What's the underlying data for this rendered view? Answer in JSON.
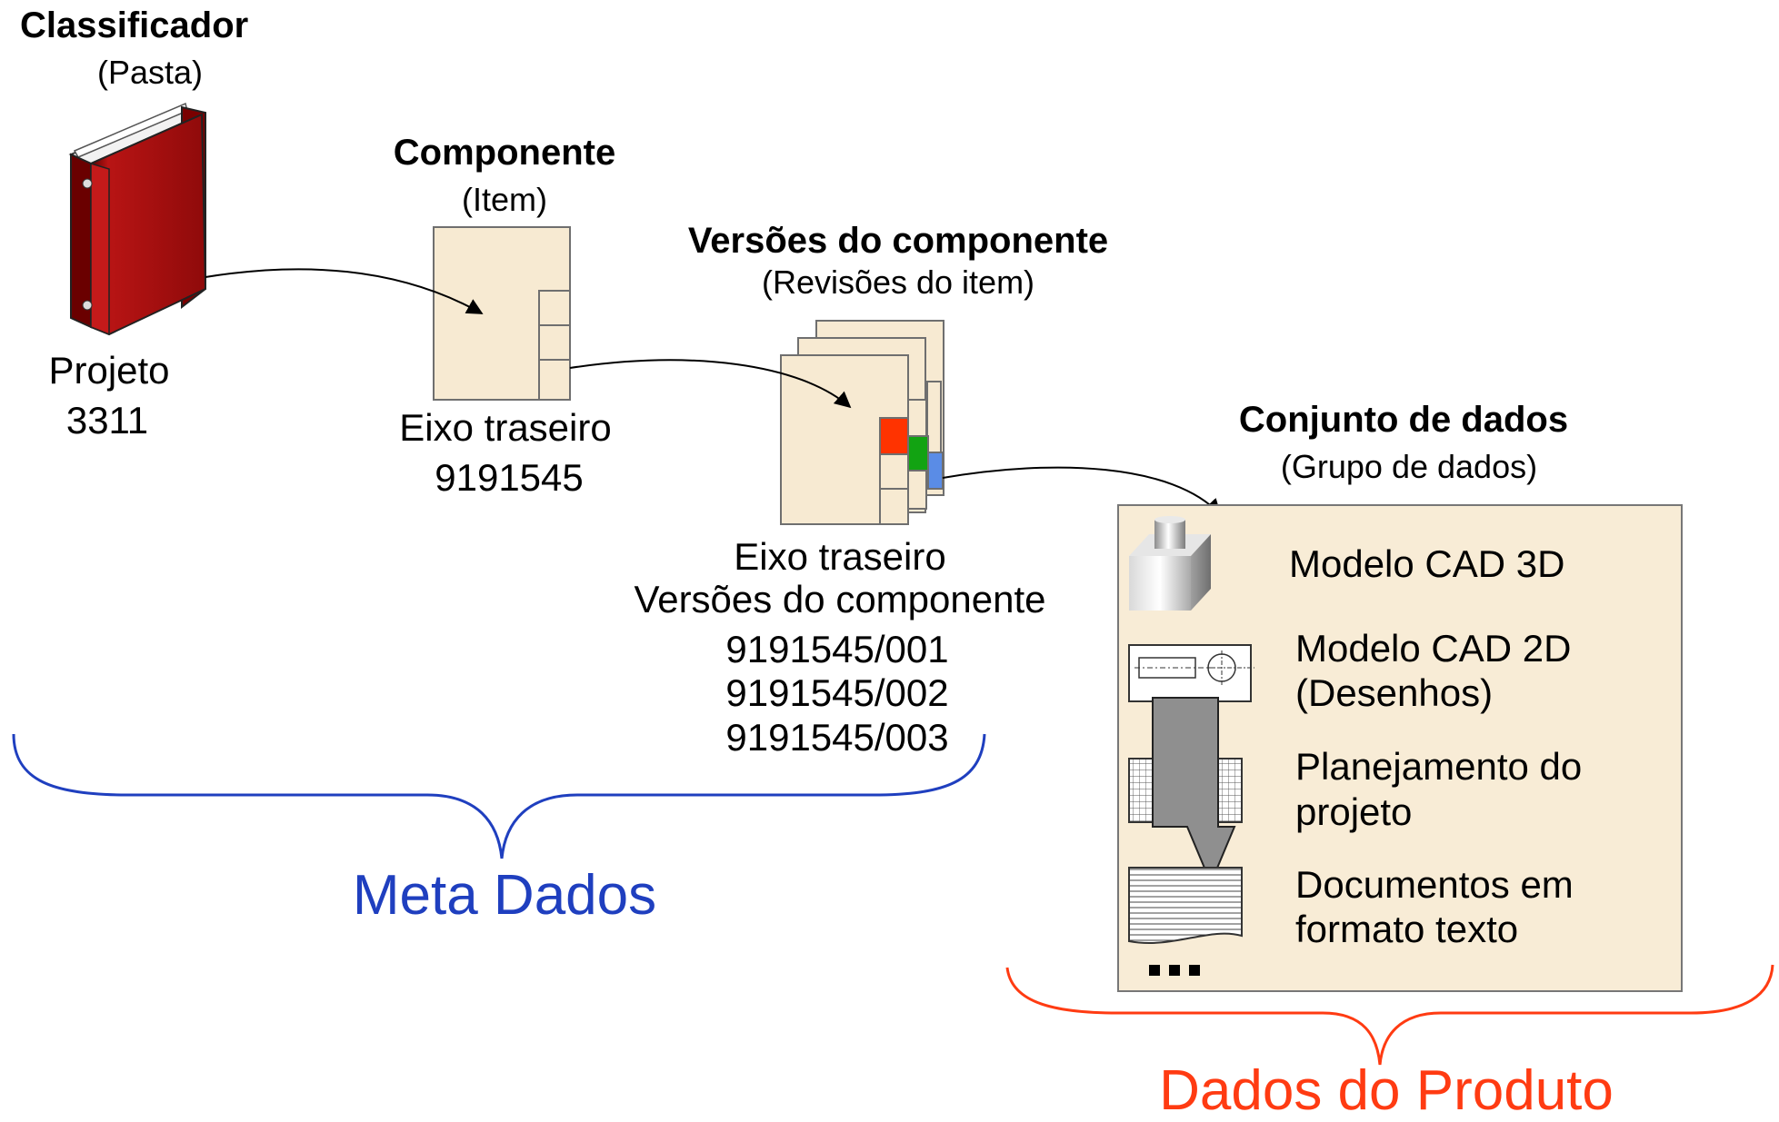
{
  "classifier": {
    "title": "Classificador",
    "subtitle": "(Pasta)",
    "name_line1": "Projeto",
    "name_line2": "3311"
  },
  "component": {
    "title": "Componente",
    "subtitle": "(Item)",
    "name_line1": "Eixo traseiro",
    "name_line2": "9191545"
  },
  "versions": {
    "title": "Versões do componente",
    "subtitle": "(Revisões do item)",
    "name_line1": "Eixo traseiro",
    "name_line2": "Versões do componente",
    "list": [
      "9191545/001",
      "9191545/002",
      "9191545/003"
    ],
    "tab_colors": [
      "#ff3300",
      "#12a312",
      "#5a8ce6"
    ]
  },
  "dataset": {
    "title": "Conjunto de dados",
    "subtitle": "(Grupo de dados)",
    "items": {
      "cad3d": "Modelo CAD 3D",
      "cad2d_line1": "Modelo CAD 2D",
      "cad2d_line2": "(Desenhos)",
      "plan_line1": "Planejamento do",
      "plan_line2": "projeto",
      "docs_line1": "Documentos em",
      "docs_line2": "formato texto"
    },
    "icons": [
      "solid-model-icon",
      "drawing-icon",
      "grid-chart-icon",
      "text-document-icon",
      "ellipsis-icon"
    ]
  },
  "groups": {
    "meta": "Meta Dados",
    "product": "Dados do Produto"
  },
  "colors": {
    "meta": "#1f3fbf",
    "product": "#ff3b12",
    "binder": "#b81414",
    "card": "#f7ead2",
    "panel": "#f8ecd6"
  }
}
